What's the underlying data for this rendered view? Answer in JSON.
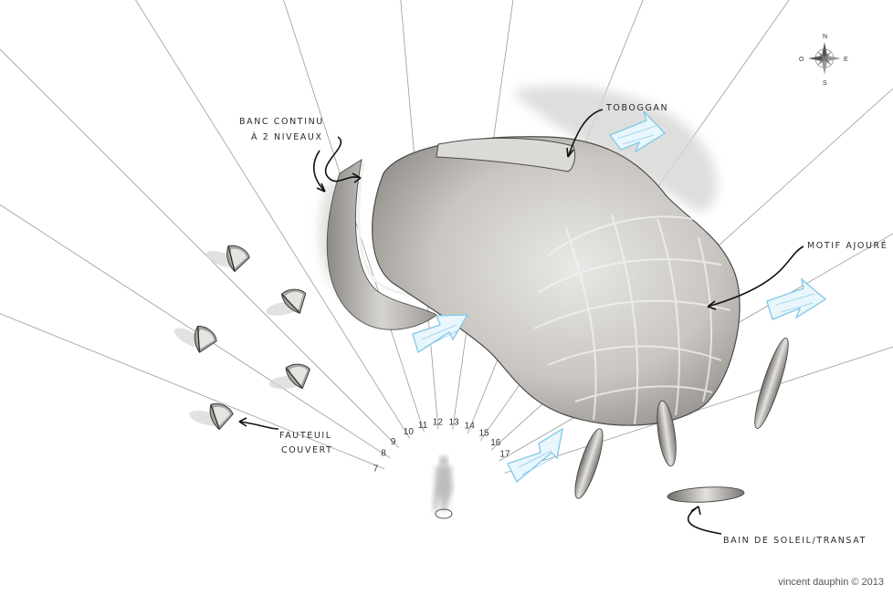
{
  "diagram": {
    "hours": [
      "7",
      "8",
      "9",
      "10",
      "11",
      "12",
      "13",
      "14",
      "15",
      "16",
      "17"
    ],
    "labels": {
      "bench": [
        "Banc continu",
        "à 2 niveaux"
      ],
      "slide": "Toboggan",
      "pattern": "Motif ajouré",
      "armchair": [
        "Fauteuil",
        "couvert"
      ],
      "sunbed": "Bain de soleil/transat"
    },
    "compass": {
      "n": "N",
      "s": "S",
      "e": "E",
      "w": "O"
    },
    "credit": "vincent dauphin © 2013",
    "colors": {
      "wind_arrow": "#7ec8e8",
      "shell": "#bdbab5",
      "line": "#9a9a9a"
    },
    "icons": [
      "compass-rose-icon",
      "wind-arrow-icon",
      "person-figure-icon"
    ]
  }
}
